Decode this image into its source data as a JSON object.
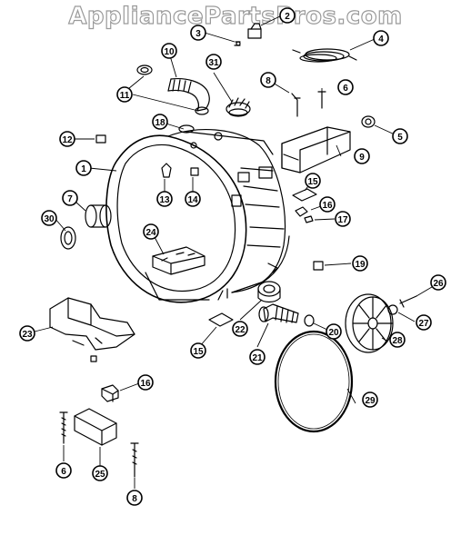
{
  "watermark": "AppliancePartsPros.com",
  "callouts": [
    "1",
    "2",
    "3",
    "4",
    "5",
    "6",
    "7",
    "8",
    "9",
    "10",
    "11",
    "12",
    "13",
    "14",
    "15",
    "16",
    "17",
    "18",
    "19",
    "20",
    "21",
    "22",
    "23",
    "24",
    "25",
    "26",
    "27",
    "28",
    "29",
    "30",
    "31"
  ]
}
